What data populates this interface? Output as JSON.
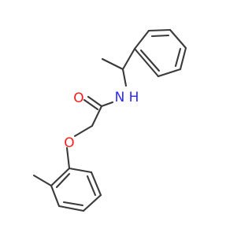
{
  "molecule": {
    "atoms": {
      "nitrogen": {
        "symbol": "N",
        "color": "#2a2aff"
      },
      "hydrogen": {
        "symbol": "H",
        "color": "#2a2aff"
      },
      "carbonyl_oxygen": {
        "symbol": "O",
        "color": "#ff1a1a"
      },
      "ether_oxygen": {
        "symbol": "O",
        "color": "#ff1a1a"
      }
    },
    "bond_color": "#3a3a3a",
    "background": "#ffffff"
  }
}
